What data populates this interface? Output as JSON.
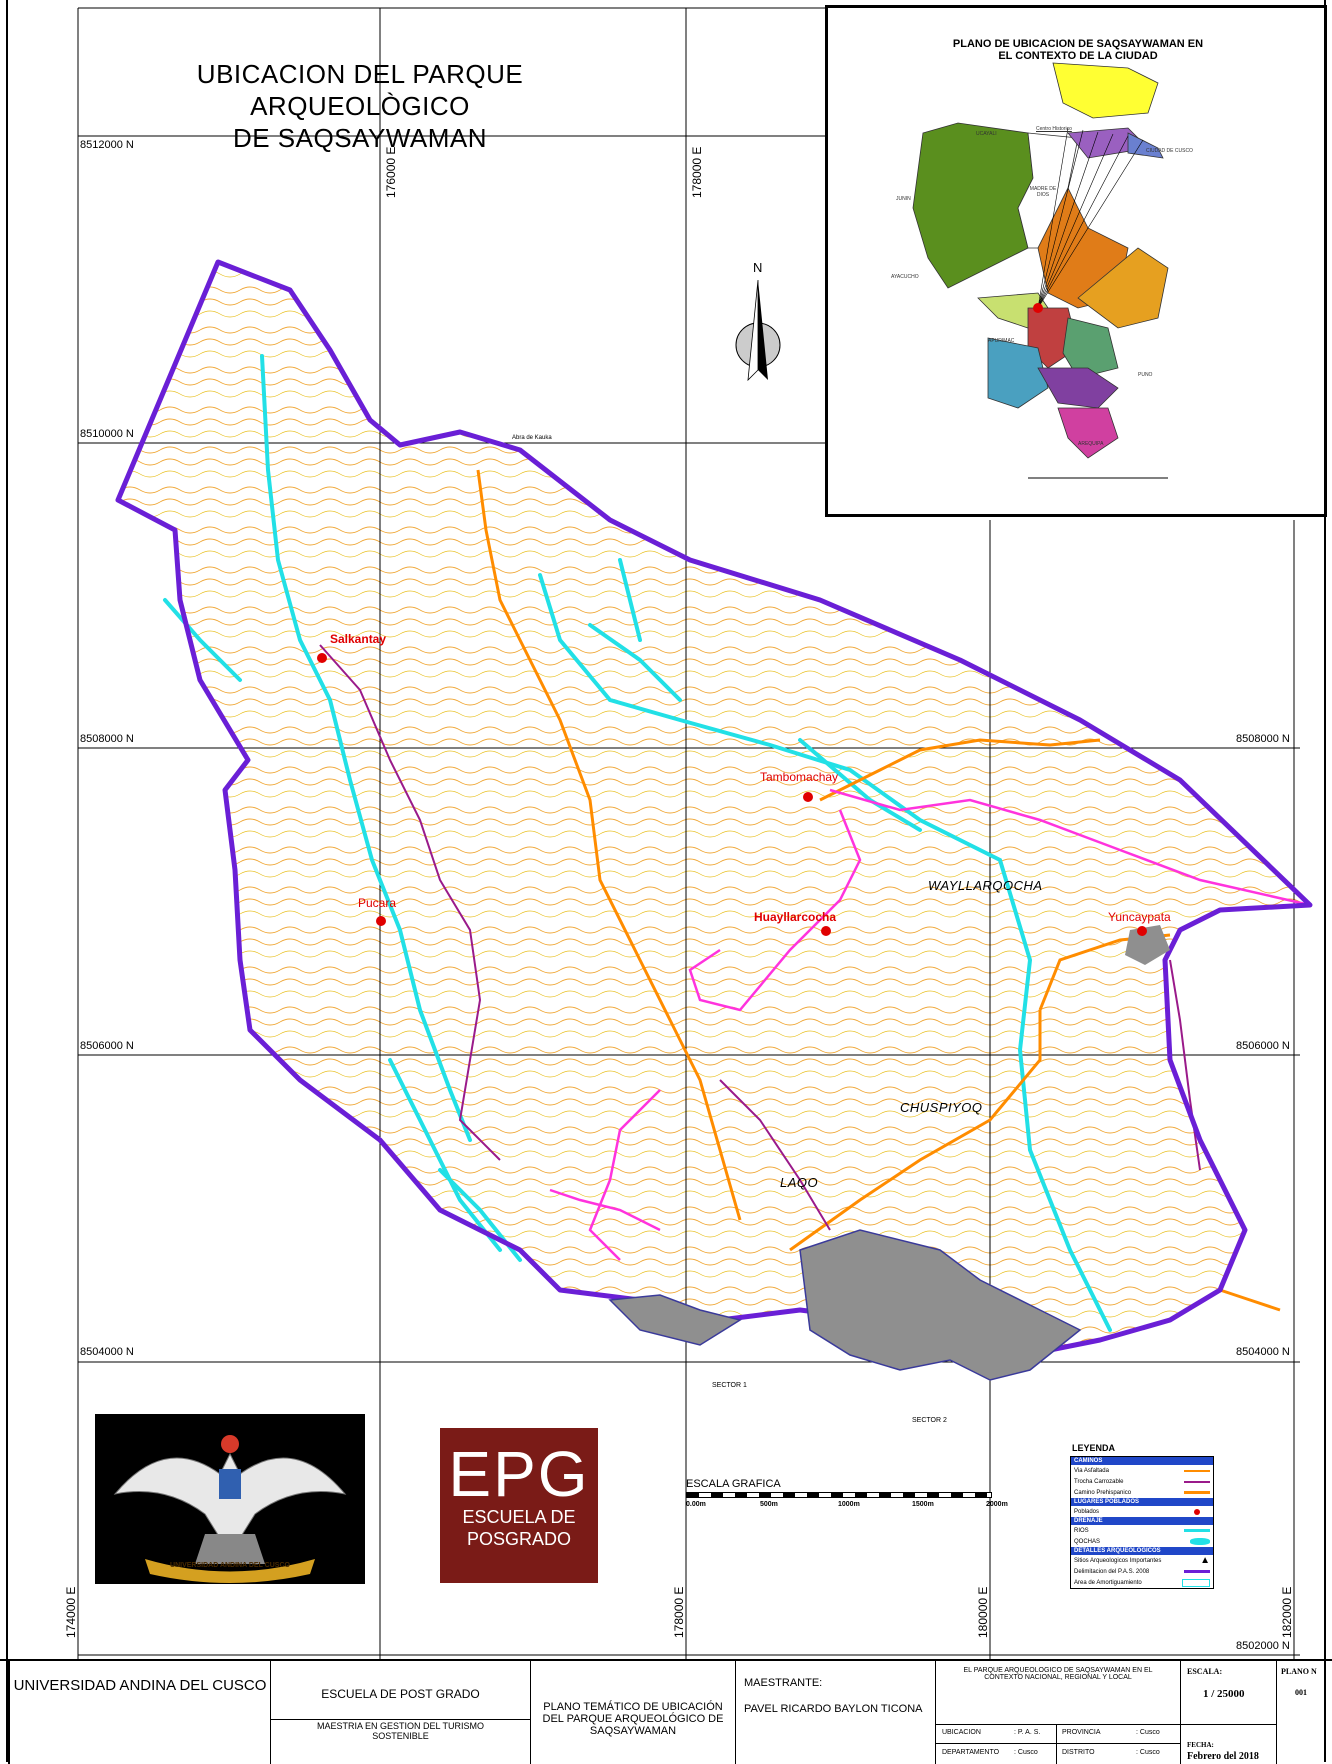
{
  "map_title_line1": "UBICACION DEL PARQUE ARQUEOLÒGICO",
  "map_title_line2": "DE SAQSAYWAMAN",
  "north_label": "N",
  "northings": [
    "8512000 N",
    "8510000 N",
    "8508000 N",
    "8508000 N",
    "8506000 N",
    "8506000 N",
    "8504000 N",
    "8504000 N",
    "8502000 N"
  ],
  "eastings_top": [
    "176000 E",
    "178000 E"
  ],
  "eastings_bottom": [
    "174000 E",
    "178000 E",
    "180000 E",
    "182000 E"
  ],
  "places": {
    "salkantay": "Salkantay",
    "tambomachay": "Tambomachay",
    "pucara": "Pucara",
    "huayllarcocha": "Huayllarcocha",
    "yuncaypata": "Yuncaypata",
    "wayllarqocha": "WAYLLARQOCHA",
    "chuspiyoq": "CHUSPIYOQ",
    "laqo": "LAQO",
    "abra": "Abra de Kauka",
    "sector1": "SECTOR 1",
    "sector2": "SECTOR 2"
  },
  "inset": {
    "title_line1": "PLANO DE UBICACION DE SAQSAYWAMAN EN",
    "title_line2": "EL CONTEXTO DE LA CIUDAD",
    "labels": {
      "ucayali": "UCAYALI",
      "centro": "Centro Historico",
      "ciudad": "CIUDAD DE CUSCO",
      "madre": "MADRE DE DIOS",
      "junin": "JUNIN",
      "ayacucho": "AYACUCHO",
      "apurimac": "APURIMAC",
      "puno": "PUNO",
      "arequipa": "AREQUIPA"
    }
  },
  "scale": {
    "label": "ESCALA GRAFICA",
    "ticks": [
      "0.00m",
      "500m",
      "1000m",
      "1500m",
      "2000m"
    ]
  },
  "legend": {
    "title": "LEYENDA",
    "caminos": "CAMINOS",
    "c1": "Via Asfaltada",
    "c2": "Trocha Carrozable",
    "c3": "Camino Prehispanico",
    "poblados": "LUGARES POBLADOS",
    "p1": "Poblados",
    "drenaje": "DRENAJE",
    "d1": "RIOS",
    "d2": "QOCHAS",
    "arqueo": "DETALLES ARQUEOLOGICOS",
    "a1": "Sitios Arqueologicos Importantes",
    "a2": "Delimitacion del P.A.S. 2008",
    "a3": "Area de Amortiguamiento"
  },
  "logos": {
    "epg_big": "EPG",
    "epg_l1": "ESCUELA DE",
    "epg_l2": "POSGRADO",
    "uac_text": "UNIVERSIDAD ANDINA DEL CUSCO"
  },
  "title_block": {
    "university": "UNIVERSIDAD ANDINA DEL CUSCO",
    "school": "ESCUELA DE POST GRADO",
    "masters": "MAESTRIA EN GESTION DEL TURISMO SOSTENIBLE",
    "plan": "PLANO TEMÁTICO DE UBICACIÓN DEL PARQUE ARQUEOLÓGICO DE SAQSAYWAMAN",
    "maestrante_label": "MAESTRANTE:",
    "maestrante": "PAVEL RICARDO BAYLON TICONA",
    "context": "EL PARQUE ARQUEOLOGICO DE SAQSAYWAMAN EN EL CONTEXTO NACIONAL, REGIONAL Y LOCAL",
    "ubicacion": "UBICACION",
    "ubicacion_val": ": P. A. S.",
    "provincia": "PROVINCIA",
    "provincia_val": ": Cusco",
    "departamento": "DEPARTAMENTO",
    "departamento_val": ": Cusco",
    "distrito": "DISTRITO",
    "distrito_val": ": Cusco",
    "escala_label": "ESCALA:",
    "escala_val": "1  /  25000",
    "fecha_label": "FECHA:",
    "fecha_val": "Febrero del 2018",
    "plano_label": "PLANO N",
    "plano_val": "001"
  },
  "colors": {
    "boundary": "#6a1fd6",
    "river": "#22e0e6",
    "road_orange": "#ff8c00",
    "trail_magenta": "#ff33dd",
    "track_purple": "#9a1a8a",
    "contour": "#f0a838",
    "settlement": "#e00000",
    "epg": "#7a1b17"
  }
}
